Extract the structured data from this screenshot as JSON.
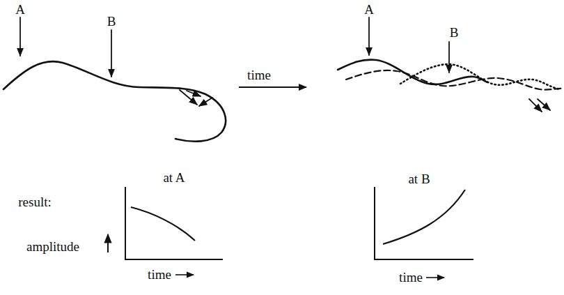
{
  "diagram": {
    "labels": [
      "A",
      "B",
      "time",
      "A",
      "B",
      "result:",
      "at A",
      "at B",
      "amplitude",
      "time",
      "time"
    ]
  }
}
